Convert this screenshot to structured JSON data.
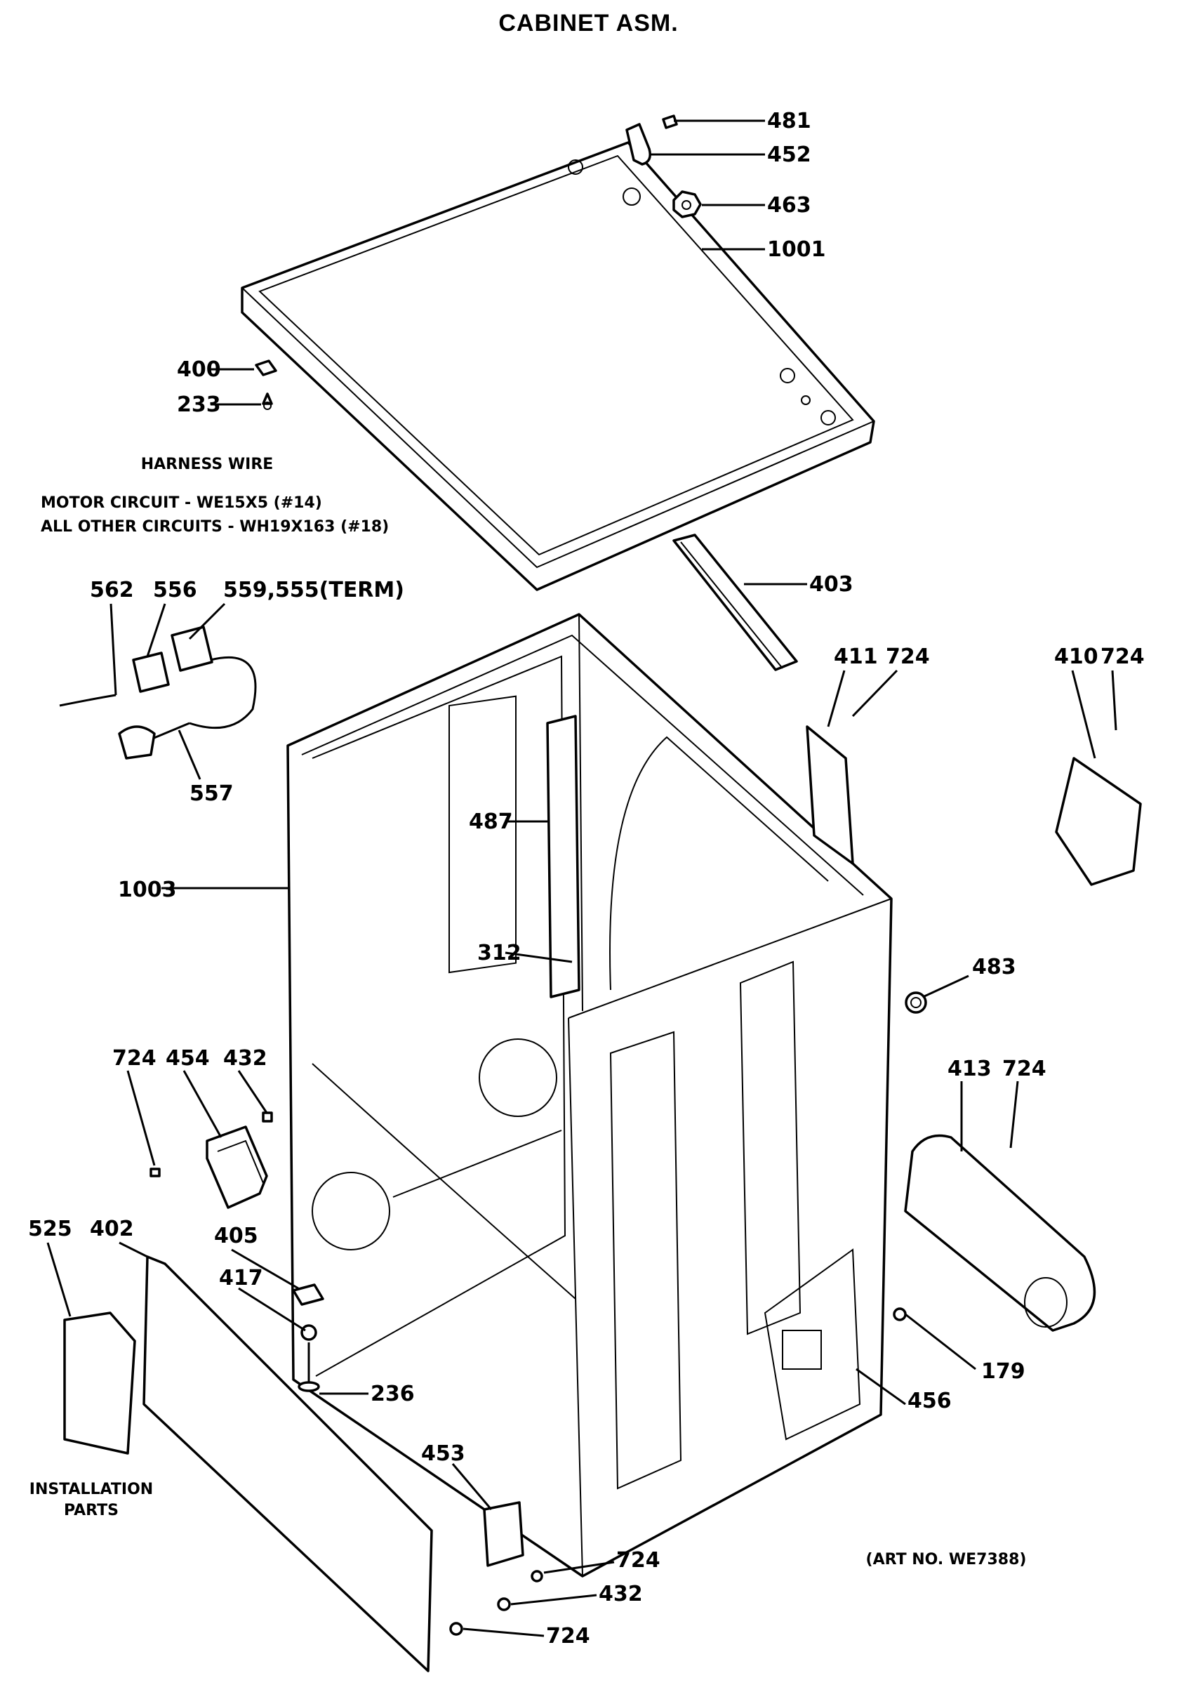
{
  "title": "CABINET ASM.",
  "harness": {
    "heading": "HARNESS WIRE",
    "line1": "MOTOR CIRCUIT - WE15X5 (#14)",
    "line2": "ALL OTHER CIRCUITS - WH19X163 (#18)"
  },
  "install_parts": [
    "INSTALLATION",
    "PARTS"
  ],
  "art_no": "(ART NO. WE7388)",
  "callouts": [
    {
      "id": "c481",
      "text": "481"
    },
    {
      "id": "c452",
      "text": "452"
    },
    {
      "id": "c463",
      "text": "463"
    },
    {
      "id": "c1001",
      "text": "1001"
    },
    {
      "id": "c400",
      "text": "400"
    },
    {
      "id": "c233",
      "text": "233"
    },
    {
      "id": "c403",
      "text": "403"
    },
    {
      "id": "c562",
      "text": "562"
    },
    {
      "id": "c556",
      "text": "556"
    },
    {
      "id": "c559",
      "text": "559,555(TERM)"
    },
    {
      "id": "c557",
      "text": "557"
    },
    {
      "id": "c411",
      "text": "411"
    },
    {
      "id": "c724a",
      "text": "724"
    },
    {
      "id": "c410",
      "text": "410"
    },
    {
      "id": "c724b",
      "text": "724"
    },
    {
      "id": "c487",
      "text": "487"
    },
    {
      "id": "c1003",
      "text": "1003"
    },
    {
      "id": "c312",
      "text": "312"
    },
    {
      "id": "c483",
      "text": "483"
    },
    {
      "id": "c724c",
      "text": "724"
    },
    {
      "id": "c454",
      "text": "454"
    },
    {
      "id": "c432a",
      "text": "432"
    },
    {
      "id": "c413",
      "text": "413"
    },
    {
      "id": "c724d",
      "text": "724"
    },
    {
      "id": "c525",
      "text": "525"
    },
    {
      "id": "c402",
      "text": "402"
    },
    {
      "id": "c405",
      "text": "405"
    },
    {
      "id": "c417",
      "text": "417"
    },
    {
      "id": "c236",
      "text": "236"
    },
    {
      "id": "c179",
      "text": "179"
    },
    {
      "id": "c456",
      "text": "456"
    },
    {
      "id": "c453",
      "text": "453"
    },
    {
      "id": "c724e",
      "text": "724"
    },
    {
      "id": "c432b",
      "text": "432"
    },
    {
      "id": "c724f",
      "text": "724"
    }
  ]
}
